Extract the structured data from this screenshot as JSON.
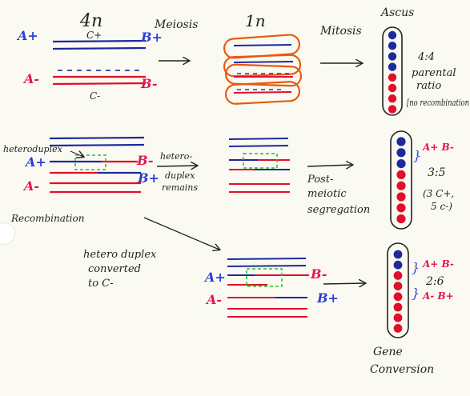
{
  "colors": {
    "paper": "#fbfaf2",
    "blue": "#1c2a9e",
    "red": "#e0102a",
    "ink": "#222222",
    "orange": "#e85a10",
    "green": "#2dbb2d",
    "labelBlue": "#2a3fd6",
    "labelRed": "#e31552"
  },
  "headings": {
    "four_n": "4n",
    "meiosis": "Meiosis",
    "one_n": "1n",
    "mitosis": "Mitosis",
    "ascus": "Ascus"
  },
  "row1": {
    "a_plus": "A+",
    "b_plus": "B+",
    "c_plus": "C+",
    "a_minus": "A-",
    "b_minus": "B-",
    "c_minus": "C-",
    "ratio_line1": "4:4",
    "ratio_line2": "parental",
    "ratio_line3": "ratio",
    "note": "[no recombination"
  },
  "row2": {
    "heteroduplex_label": "heteroduplex",
    "a_plus": "A+",
    "b_minus": "B-",
    "b_plus": "B+",
    "a_minus": "A-",
    "remains_line1": "hetero-",
    "remains_line2": "duplex",
    "remains_line3": "remains",
    "post_line1": "Post-",
    "post_line2": "meiotic",
    "post_line3": "segregation",
    "recombination": "Recombination",
    "ascus_top": "A+ B-",
    "ratio": "3:5",
    "ratio_note1": "(3 C+,",
    "ratio_note2": "5 c-)"
  },
  "row3": {
    "converted_line1": "hetero duplex",
    "converted_line2": "converted",
    "converted_line3": "to  C-",
    "a_plus": "A+",
    "b_minus": "B-",
    "a_minus": "A-",
    "b_plus": "B+",
    "ascus_top": "A+ B-",
    "ratio": "2:6",
    "ascus_bottom": "A- B+",
    "gene": "Gene",
    "conversion": "Conversion"
  },
  "asci": [
    {
      "spores": [
        "blue",
        "blue",
        "blue",
        "blue",
        "red",
        "red",
        "red",
        "red"
      ]
    },
    {
      "spores": [
        "blue",
        "blue",
        "blue",
        "red",
        "red",
        "red",
        "red",
        "red"
      ]
    },
    {
      "spores": [
        "blue",
        "blue",
        "red",
        "red",
        "red",
        "red",
        "red",
        "red"
      ]
    }
  ]
}
